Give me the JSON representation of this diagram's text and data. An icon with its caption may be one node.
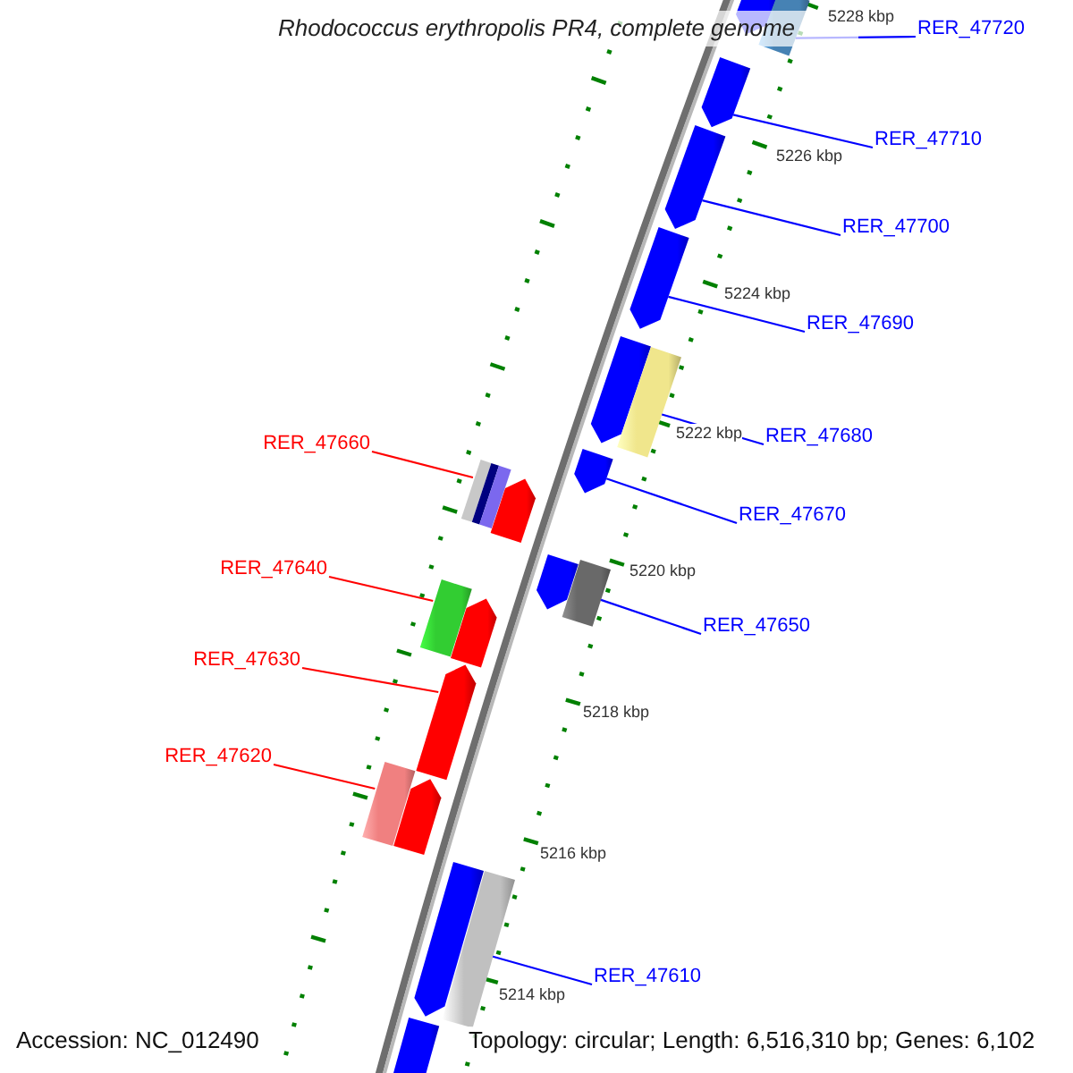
{
  "diagram": {
    "title": "Rhodococcus erythropolis PR4, complete genome",
    "nodes": [
      {
        "text": [
          "RER_47720"
        ]
      },
      {
        "text": [
          "RER_47710"
        ]
      },
      {
        "text": [
          "RER_47700"
        ]
      },
      {
        "text": [
          "RER_47690"
        ]
      },
      {
        "text": [
          "RER_47680"
        ]
      },
      {
        "text": [
          "RER_47660"
        ]
      },
      {
        "text": [
          "RER_47670"
        ]
      },
      {
        "text": [
          "RER_47640"
        ]
      },
      {
        "text": [
          "RER_47650"
        ]
      },
      {
        "text": [
          "RER_47630"
        ]
      },
      {
        "text": [
          "RER_47620"
        ]
      },
      {
        "text": [
          "RER_47610"
        ]
      },
      {
        "text": [],
        "shape": "arrow"
      },
      {
        "text": [],
        "shape": "bar"
      },
      {
        "text": [],
        "shape": "arrow"
      },
      {
        "text": [],
        "shape": "arrow"
      },
      {
        "text": [],
        "shape": "arrow"
      },
      {
        "text": [],
        "shape": "arrow"
      },
      {
        "text": [],
        "shape": "bar"
      },
      {
        "text": [],
        "shape": "arrow"
      },
      {
        "text": [],
        "shape": "bar"
      },
      {
        "text": [],
        "shape": "arrow"
      },
      {
        "text": [],
        "shape": "arrow"
      },
      {
        "text": [],
        "shape": "bar"
      },
      {
        "text": [],
        "shape": "bar"
      },
      {
        "text": [],
        "shape": "arrow"
      },
      {
        "text": [],
        "shape": "arrow"
      },
      {
        "text": [],
        "shape": "bar"
      },
      {
        "text": [],
        "shape": "arrow"
      },
      {
        "text": [],
        "shape": "arrow"
      },
      {
        "text": [],
        "shape": "bar"
      },
      {
        "text": [],
        "shape": "arrow"
      }
    ],
    "edges": [
      {
        "from": 0,
        "to": 13,
        "arrow": "none"
      },
      {
        "from": 1,
        "to": 14,
        "arrow": "none"
      },
      {
        "from": 2,
        "to": 15,
        "arrow": "none"
      },
      {
        "from": 3,
        "to": 16,
        "arrow": "none"
      },
      {
        "from": 4,
        "to": 18,
        "arrow": "none"
      },
      {
        "from": 5,
        "to": 20,
        "arrow": "none",
        "color": "#ff0000"
      },
      {
        "from": 6,
        "to": 19,
        "arrow": "none"
      },
      {
        "from": 7,
        "to": 24,
        "arrow": "none",
        "color": "#ff0000"
      },
      {
        "from": 8,
        "to": 23,
        "arrow": "none"
      },
      {
        "from": 9,
        "to": 26,
        "arrow": "none",
        "color": "#ff0000"
      },
      {
        "from": 10,
        "to": 27,
        "arrow": "none",
        "color": "#ff0000"
      },
      {
        "from": 11,
        "to": 30,
        "arrow": "none"
      }
    ],
    "labels": [
      "5228 kbp",
      "5226 kbp",
      "5224 kbp",
      "5222 kbp",
      "5220 kbp",
      "5218 kbp",
      "5216 kbp",
      "5214 kbp",
      "Accession: NC_012490",
      "Topology: circular; Length: 6,516,310 bp; Genes: 6,102"
    ]
  }
}
